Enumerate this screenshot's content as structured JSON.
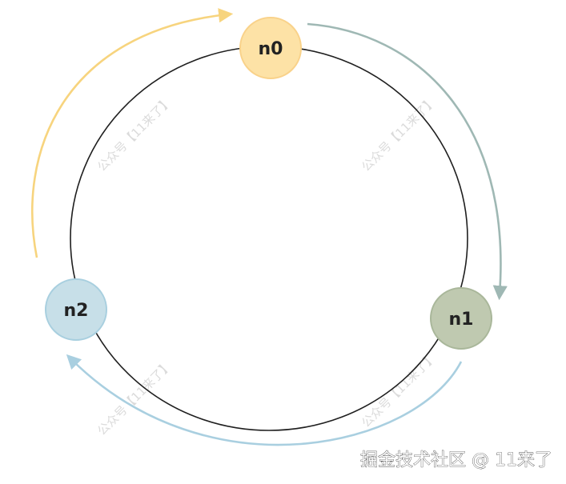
{
  "diagram": {
    "nodes": [
      {
        "id": "n0",
        "label": "n0",
        "fill": "#fde2a6",
        "stroke": "#f9d28a"
      },
      {
        "id": "n1",
        "label": "n1",
        "fill": "#bfc9b0",
        "stroke": "#a9b79a"
      },
      {
        "id": "n2",
        "label": "n2",
        "fill": "#c7dfe8",
        "stroke": "#a8cfdf"
      }
    ],
    "edges": [
      {
        "from": "n0",
        "to": "n1",
        "color": "#9fb8b4"
      },
      {
        "from": "n1",
        "to": "n2",
        "color": "#a9cfe0"
      },
      {
        "from": "n2",
        "to": "n0",
        "color": "#f7d47e"
      }
    ],
    "ring_color": "#1f1f1f"
  },
  "watermark": {
    "text": "公众号【11来了】"
  },
  "footer": {
    "text": "掘金技术社区 @ 11来了"
  }
}
